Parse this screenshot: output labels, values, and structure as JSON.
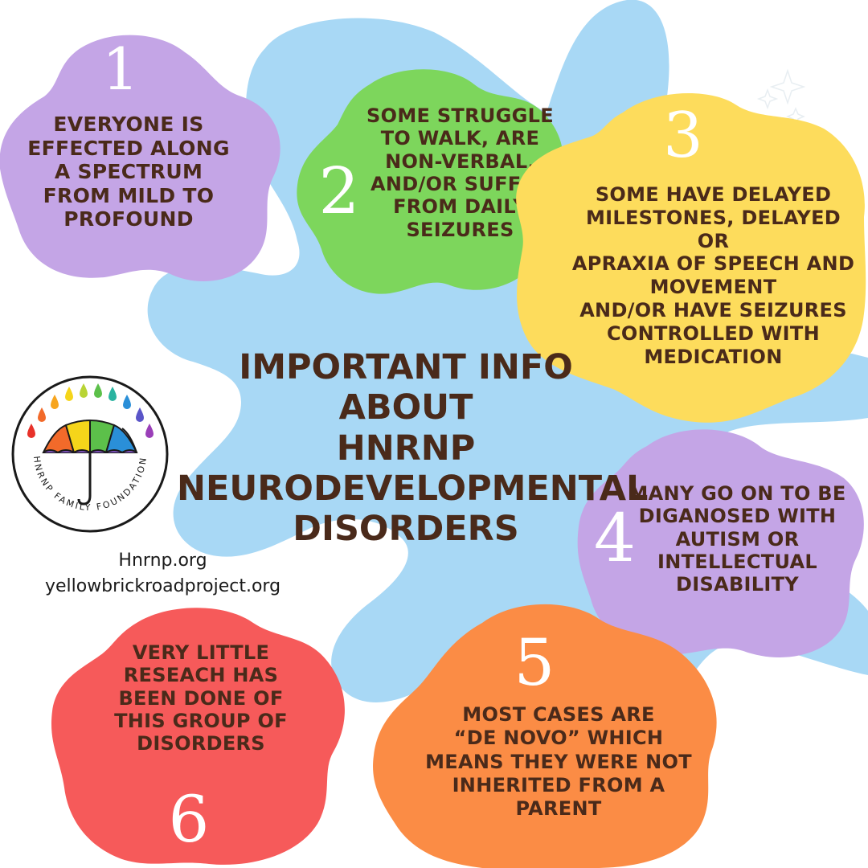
{
  "title": "IMPORTANT INFO ABOUT\nHNRNP\nNEURODEVELOPMENTAL\nDISORDERS",
  "colors": {
    "background": "#ffffff",
    "splash": "#a8d8f5",
    "purple": "#c4a5e6",
    "green": "#7dd65c",
    "yellow": "#fddc5c",
    "red": "#f65a5a",
    "orange": "#fb8c45",
    "text": "#4a2a1a"
  },
  "facts": [
    {
      "number": "1",
      "text": "EVERYONE IS\nEFFECTED ALONG\nA SPECTRUM\nFROM MILD TO\nPROFOUND",
      "color": "purple"
    },
    {
      "number": "2",
      "text": "SOME STRUGGLE\nTO WALK, ARE\nNON-VERBAL,\nAND/OR SUFFER\nFROM DAILY\nSEIZURES",
      "color": "green"
    },
    {
      "number": "3",
      "text": "SOME HAVE DELAYED\nMILESTONES, DELAYED OR\nAPRAXIA OF SPEECH AND\nMOVEMENT\nAND/OR HAVE SEIZURES\nCONTROLLED WITH\nMEDICATION",
      "color": "yellow"
    },
    {
      "number": "4",
      "text": "MANY GO ON TO BE\nDIGANOSED WITH\nAUTISM OR\nINTELLECTUAL\nDISABILITY",
      "color": "purple"
    },
    {
      "number": "5",
      "text": "MOST CASES ARE\n“DE NOVO” WHICH\nMEANS THEY WERE NOT\nINHERITED FROM A\nPARENT",
      "color": "orange"
    },
    {
      "number": "6",
      "text": "VERY LITTLE\nRESEACH HAS\nBEEN DONE OF\nTHIS GROUP OF\nDISORDERS",
      "color": "red"
    }
  ],
  "logo": {
    "ring_text": "HNRNP FAMILY FOUNDATION",
    "icon": "rainbow-umbrella-icon"
  },
  "links": [
    "Hnrnp.org",
    "yellowbrickroadproject.org"
  ]
}
